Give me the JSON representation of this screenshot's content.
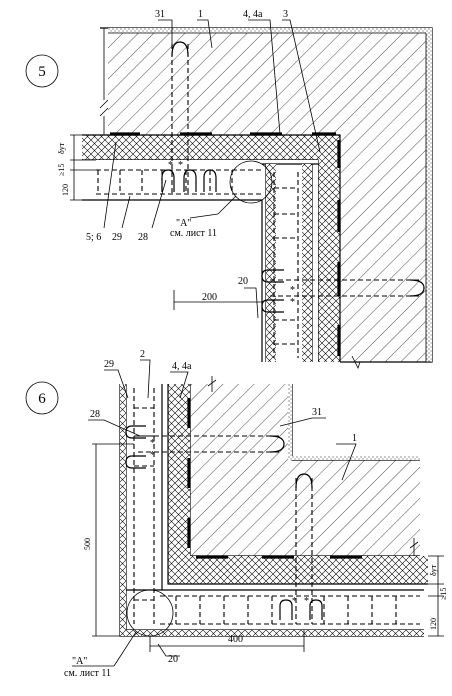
{
  "views": {
    "v5": {
      "number": "5"
    },
    "v6": {
      "number": "6"
    }
  },
  "labels5": {
    "l31": "31",
    "l1": "1",
    "l44a": "4, 4а",
    "l3": "3",
    "l56": "5; 6",
    "l29": "29",
    "l28": "28",
    "lA": "\"А\"",
    "lSheet": "см. лист 11",
    "l20": "20",
    "l200": "200",
    "lDelta": "δут",
    "l15": "≥15",
    "l120": "120"
  },
  "labels6": {
    "l29": "29",
    "l2": "2",
    "l44a": "4, 4а",
    "l28": "28",
    "l31": "31",
    "l1": "1",
    "l500": "500",
    "l400": "400",
    "lA": "\"А\"",
    "lSheet": "см. лист 11",
    "l20": "20",
    "lDelta": "δут",
    "l15": "≥15",
    "l120": "120"
  }
}
